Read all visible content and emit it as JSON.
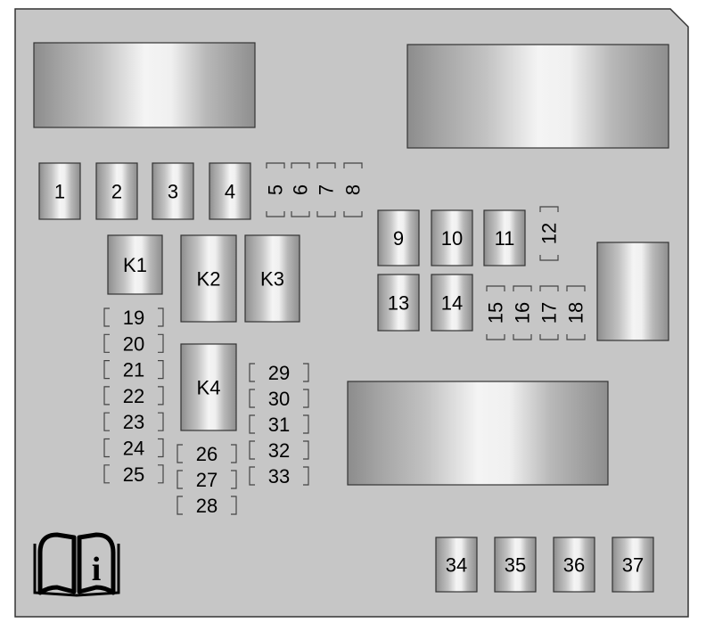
{
  "colors": {
    "panel": "#c6c6c6",
    "outline": "#333333",
    "bracket": "#444444",
    "text": "#000000"
  },
  "fuses": {
    "top_row": [
      "1",
      "2",
      "3",
      "4"
    ],
    "mini_vertical_left": [
      "5",
      "6",
      "7",
      "8"
    ],
    "mid_row_1": [
      "9",
      "10",
      "11"
    ],
    "mini_12": "12",
    "mid_row_2": [
      "13",
      "14"
    ],
    "mini_vertical_right": [
      "15",
      "16",
      "17",
      "18"
    ],
    "column_left": [
      "19",
      "20",
      "21",
      "22",
      "23",
      "24",
      "25"
    ],
    "column_center_bottom": [
      "26",
      "27",
      "28"
    ],
    "column_right": [
      "29",
      "30",
      "31",
      "32",
      "33"
    ],
    "bottom_row": [
      "34",
      "35",
      "36",
      "37"
    ]
  },
  "relays": [
    "K1",
    "K2",
    "K3",
    "K4"
  ],
  "icons": {
    "manual": "owner-manual-info-icon",
    "manual_glyph": "i"
  }
}
